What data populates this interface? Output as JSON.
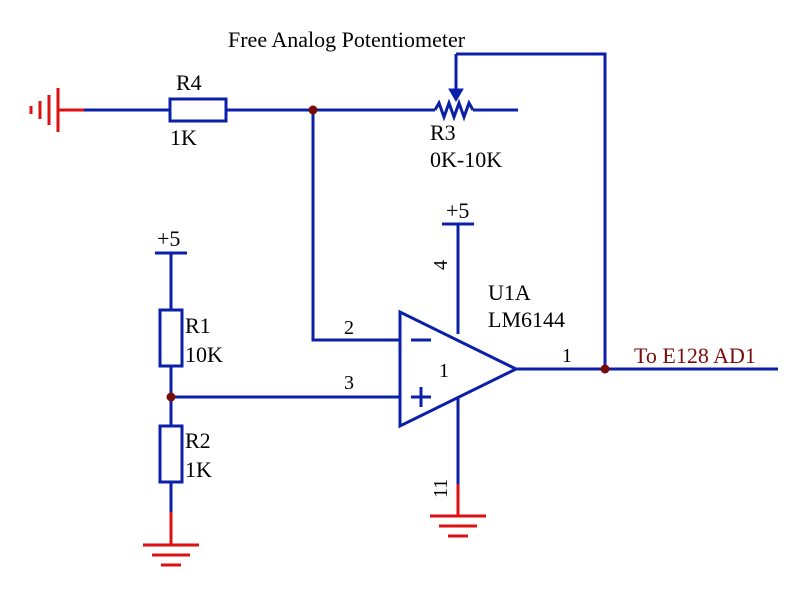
{
  "title": "Free Analog Potentiometer",
  "colors": {
    "wire": "#0b1fa8",
    "ground": "#dd1111",
    "junction": "#7a0b0b",
    "net_label": "#7a0b0b"
  },
  "components": {
    "r4": {
      "ref": "R4",
      "value": "1K"
    },
    "r3": {
      "ref": "R3",
      "value": "0K-10K"
    },
    "r1": {
      "ref": "R1",
      "value": "10K"
    },
    "r2": {
      "ref": "R2",
      "value": "1K"
    },
    "u1": {
      "ref": "U1A",
      "part": "LM6144",
      "unit": "1"
    }
  },
  "power": {
    "vcc_opamp": "+5",
    "vcc_divider": "+5"
  },
  "pins": {
    "inverting": "2",
    "noninverting": "3",
    "output": "1",
    "vplus": "4",
    "vminus": "11"
  },
  "net_label": "To E128 AD1",
  "icons": {
    "ground": "ground-icon",
    "chassis_ground": "chassis-ground-icon"
  }
}
